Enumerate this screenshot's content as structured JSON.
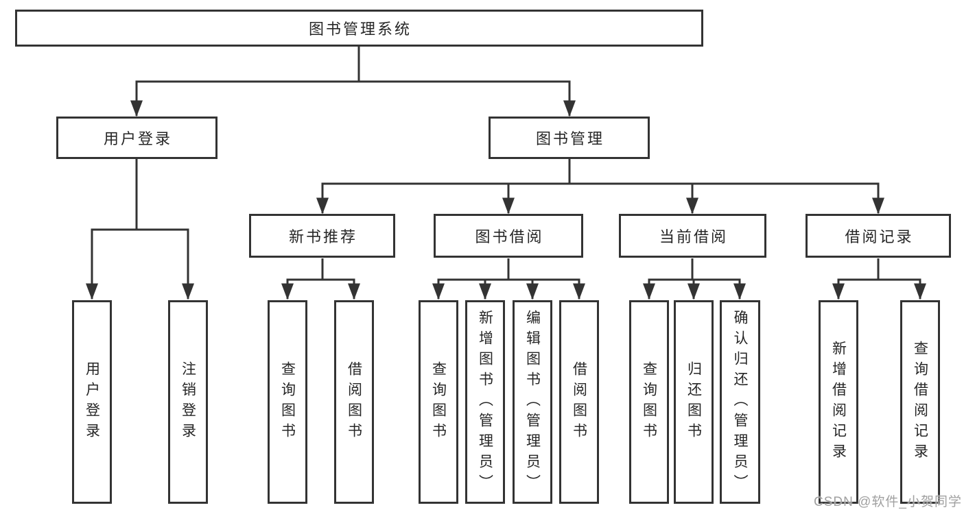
{
  "colors": {
    "line": "#333333",
    "box_border": "#333333",
    "text": "#262626",
    "watermark": "#a0a0a0",
    "background": "#ffffff"
  },
  "nodes": {
    "root": "图书管理系统",
    "level2": {
      "user_login": "用户登录",
      "book_mgmt": "图书管理"
    },
    "level3": {
      "new_book_rec": "新书推荐",
      "book_borrow": "图书借阅",
      "current_borrow": "当前借阅",
      "borrow_records": "借阅记录"
    },
    "leaves": {
      "user_login": "用户登录",
      "logout": "注销登录",
      "nb_query_book": "查询图书",
      "nb_borrow_book": "借阅图书",
      "bb_query_book": "查询图书",
      "bb_add_book_admin": "新增图书（管理员）",
      "bb_edit_book_admin": "编辑图书（管理员）",
      "bb_borrow_book": "借阅图书",
      "cb_query_book": "查询图书",
      "cb_return_book": "归还图书",
      "cb_confirm_return_admin": "确认归还（管理员）",
      "br_add_record": "新增借阅记录",
      "br_query_record": "查询借阅记录"
    }
  },
  "hierarchy": {
    "图书管理系统": {
      "用户登录": [
        "用户登录",
        "注销登录"
      ],
      "图书管理": {
        "新书推荐": [
          "查询图书",
          "借阅图书"
        ],
        "图书借阅": [
          "查询图书",
          "新增图书（管理员）",
          "编辑图书（管理员）",
          "借阅图书"
        ],
        "当前借阅": [
          "查询图书",
          "归还图书",
          "确认归还（管理员）"
        ],
        "借阅记录": [
          "新增借阅记录",
          "查询借阅记录"
        ]
      }
    }
  },
  "watermark": "CSDN @软件_小贺同学"
}
